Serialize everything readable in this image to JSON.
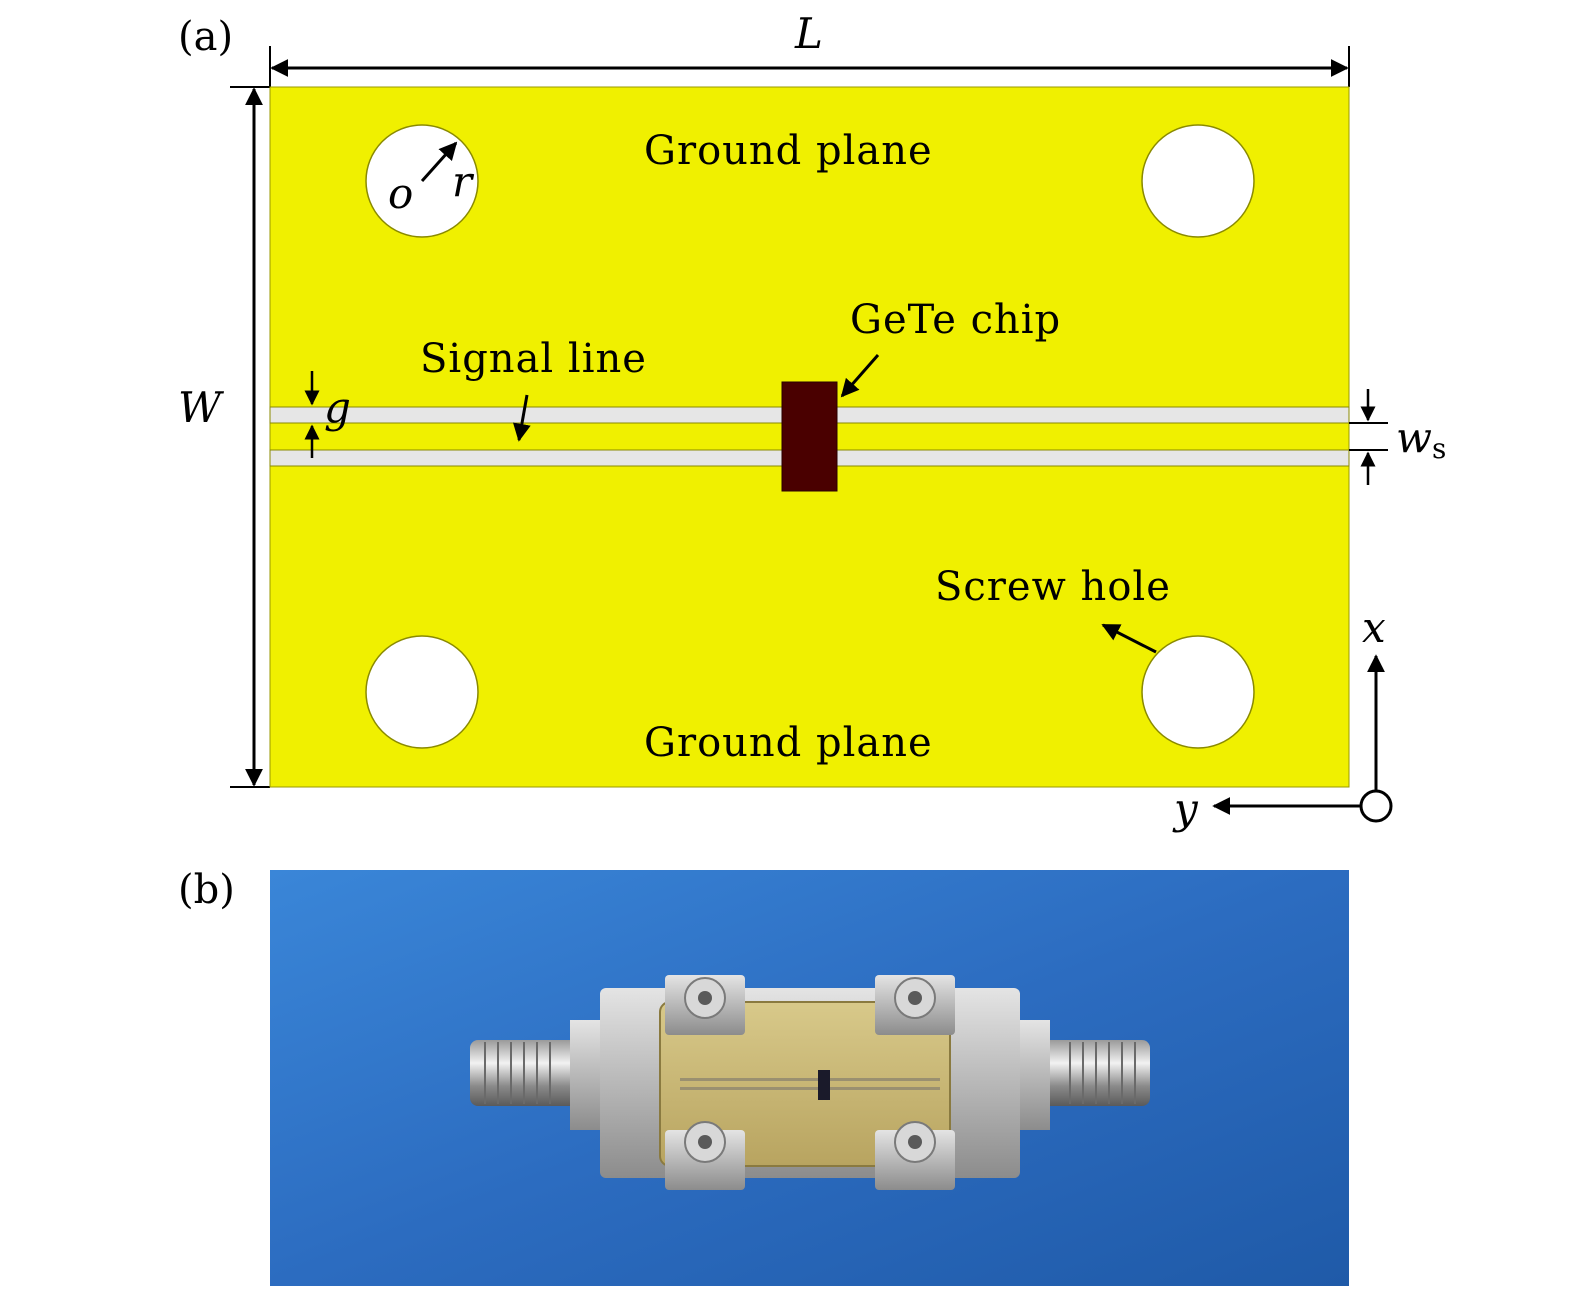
{
  "panel_a": {
    "label": "(a)",
    "dim_length": "L",
    "dim_width": "W",
    "ground_plane_top": "Ground plane",
    "ground_plane_bottom": "Ground plane",
    "signal_line": "Signal line",
    "gete_chip": "GeTe chip",
    "screw_hole": "Screw hole",
    "gap": "g",
    "strip_width": "w",
    "strip_width_subscript": "s",
    "center": "o",
    "radius": "r",
    "axis_x": "x",
    "axis_y": "y",
    "colors": {
      "ground": "#f0f000",
      "signal": "#e6e6e6",
      "chip": "#4a0000",
      "hole": "#ffffff"
    }
  },
  "panel_b": {
    "label": "(b)",
    "colors": {
      "background": "#2f6fc2",
      "metal": "#c8c8c8",
      "gold": "#c8b46a"
    }
  }
}
